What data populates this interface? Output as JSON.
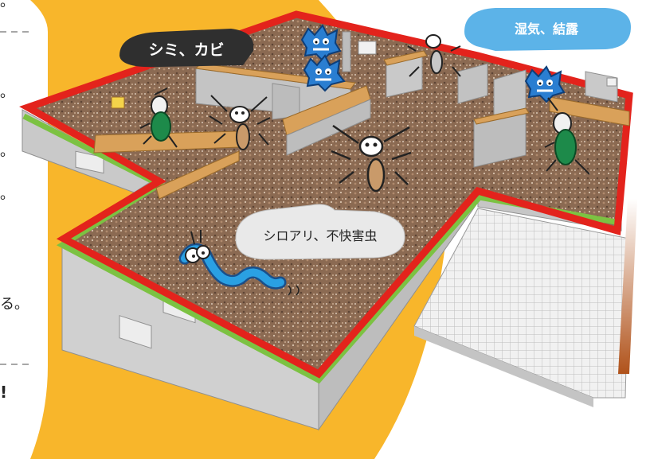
{
  "left_panel": {
    "line_endings": [
      "。",
      "。",
      "。",
      "。",
      "る。",
      "!"
    ]
  },
  "bubbles": {
    "mold": "シミ、カビ",
    "moisture": "湿気、結露",
    "termites": "シロアリ、不快害虫"
  },
  "colors": {
    "background_yellow": "#f8b62b",
    "dark_bubble": "#2f2f2f",
    "blue_bubble": "#5cb3e8",
    "grey_bubble": "#e9e9e9",
    "soil": "#8b6a52",
    "wall_top_red": "#e3231c",
    "wall_band_green": "#7cc242",
    "wood_beam": "#d9a15a",
    "concrete": "#cfcfcf",
    "mold_blue": "#2a7ed1",
    "insect_green": "#1d8a4a",
    "worm_blue": "#2aa0e3"
  },
  "icons": [
    "mold-monster-icon",
    "termite-icon",
    "cricket-icon",
    "worm-icon",
    "mosquito-icon"
  ]
}
